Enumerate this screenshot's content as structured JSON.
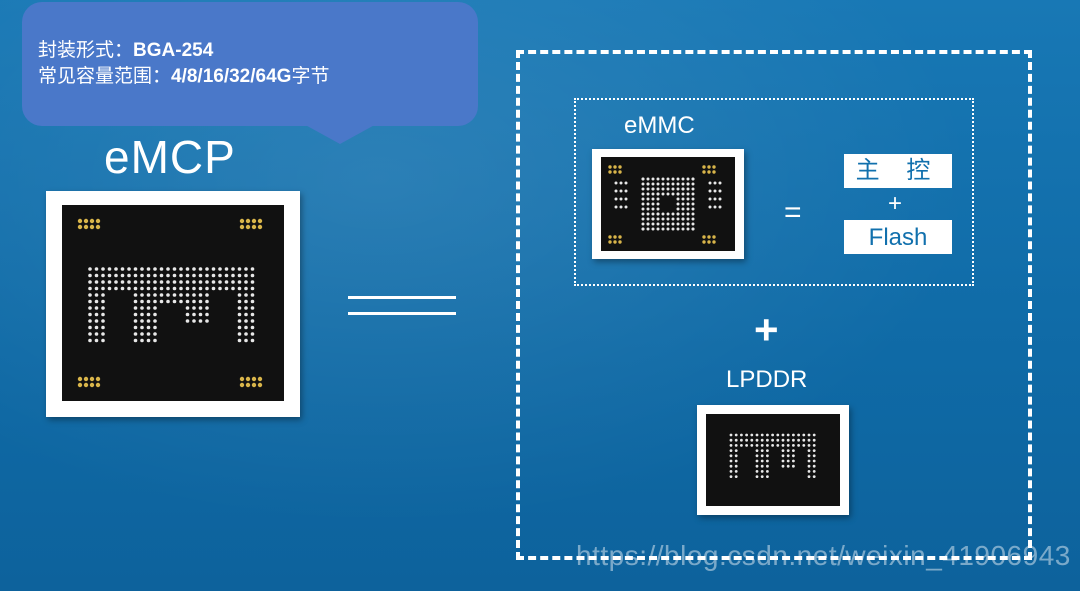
{
  "callout": {
    "line1_label": "封装形式：",
    "line1_value": "BGA-254",
    "line2_label": "常见容量范围：",
    "line2_value": "4/8/16/32/64G",
    "line2_suffix": "字节"
  },
  "emcp": {
    "title": "eMCP"
  },
  "emmc": {
    "label": "eMMC",
    "controller": "主 控",
    "plus": "+",
    "flash": "Flash",
    "equals": "="
  },
  "combine_plus": "+",
  "lpddr": {
    "label": "LPDDR"
  },
  "watermark": "https://blog.csdn.net/weixin_41906943",
  "colors": {
    "background": "#1170ad",
    "callout": "#4a78c9",
    "chip": "#111111",
    "pads_gold": "#d9b54a",
    "balls": "#e8e8e8"
  }
}
